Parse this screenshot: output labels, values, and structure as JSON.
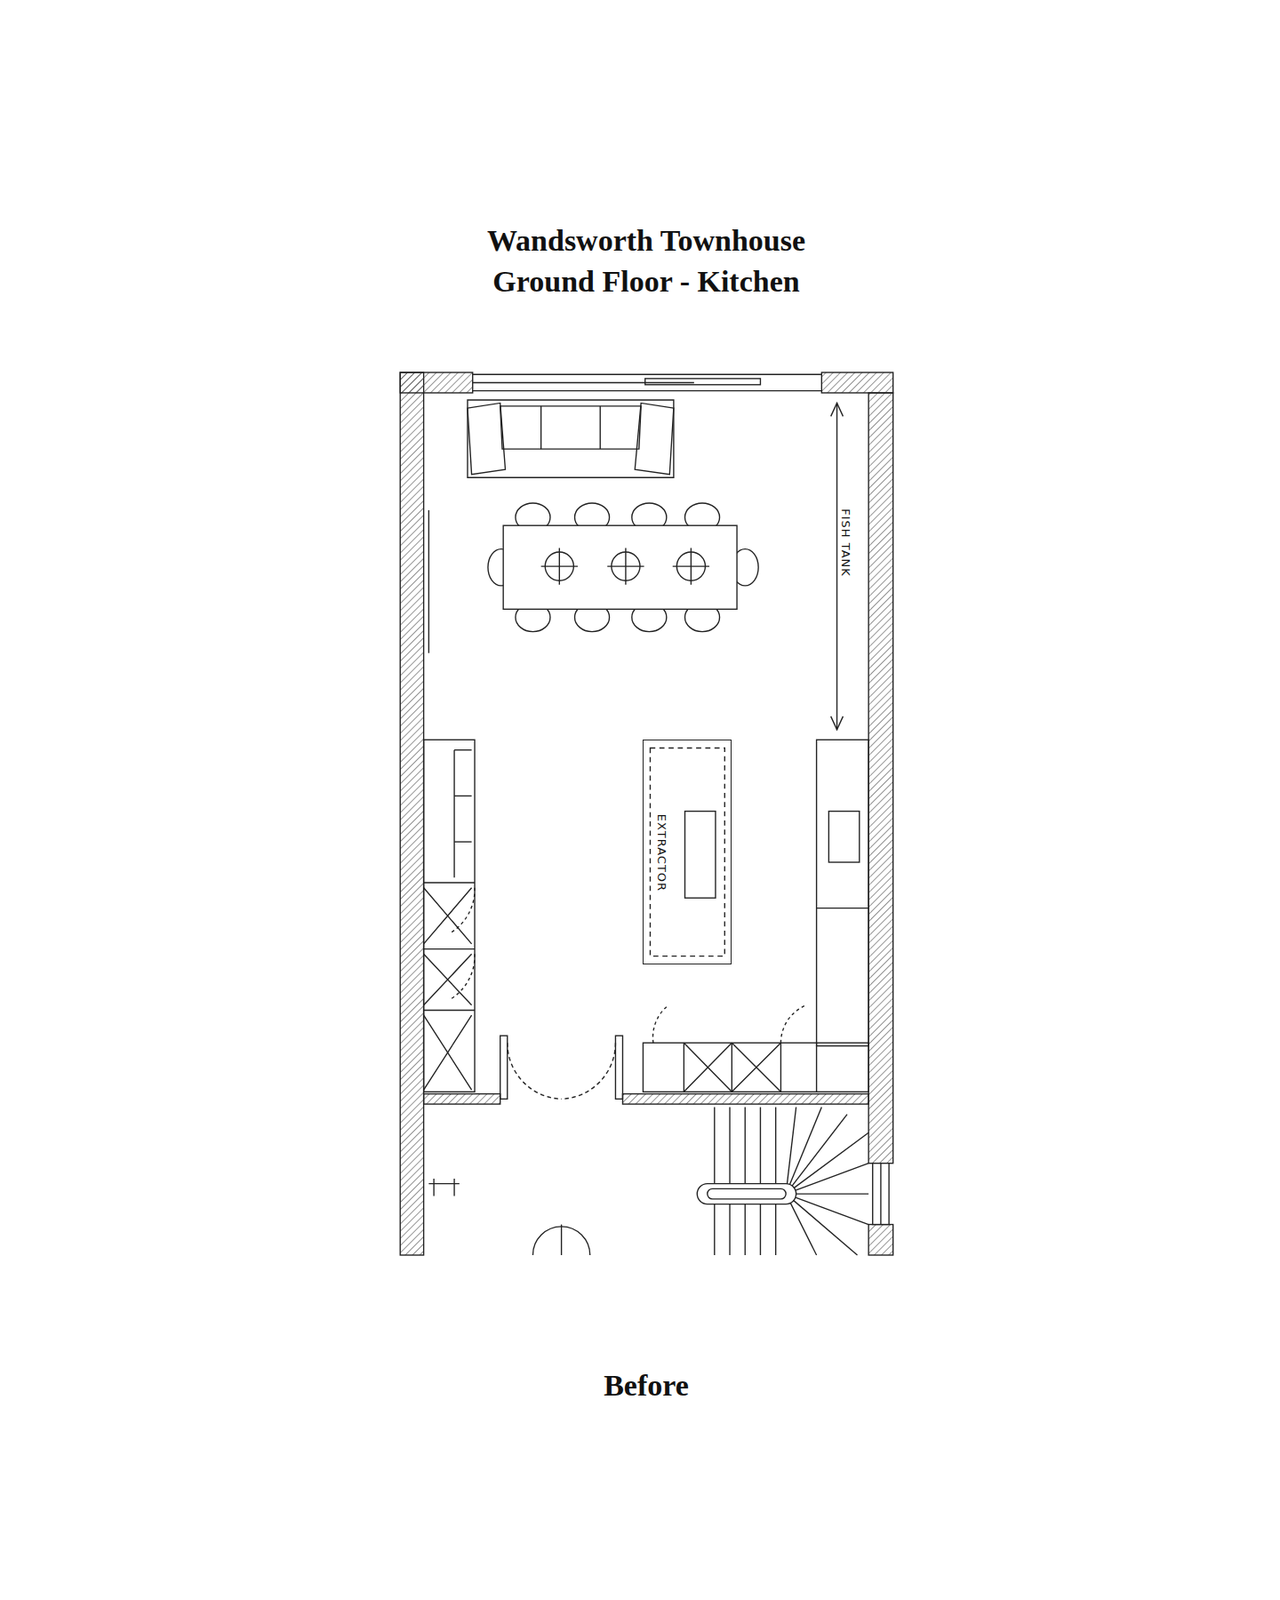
{
  "diagram": {
    "title": "Wandsworth Townhouse Ground Floor - Kitchen",
    "caption": "Before",
    "nodes": [
      {
        "text": [
          "EXTRACTOR"
        ]
      }
    ],
    "labels": [
      "FISH TANK"
    ]
  }
}
